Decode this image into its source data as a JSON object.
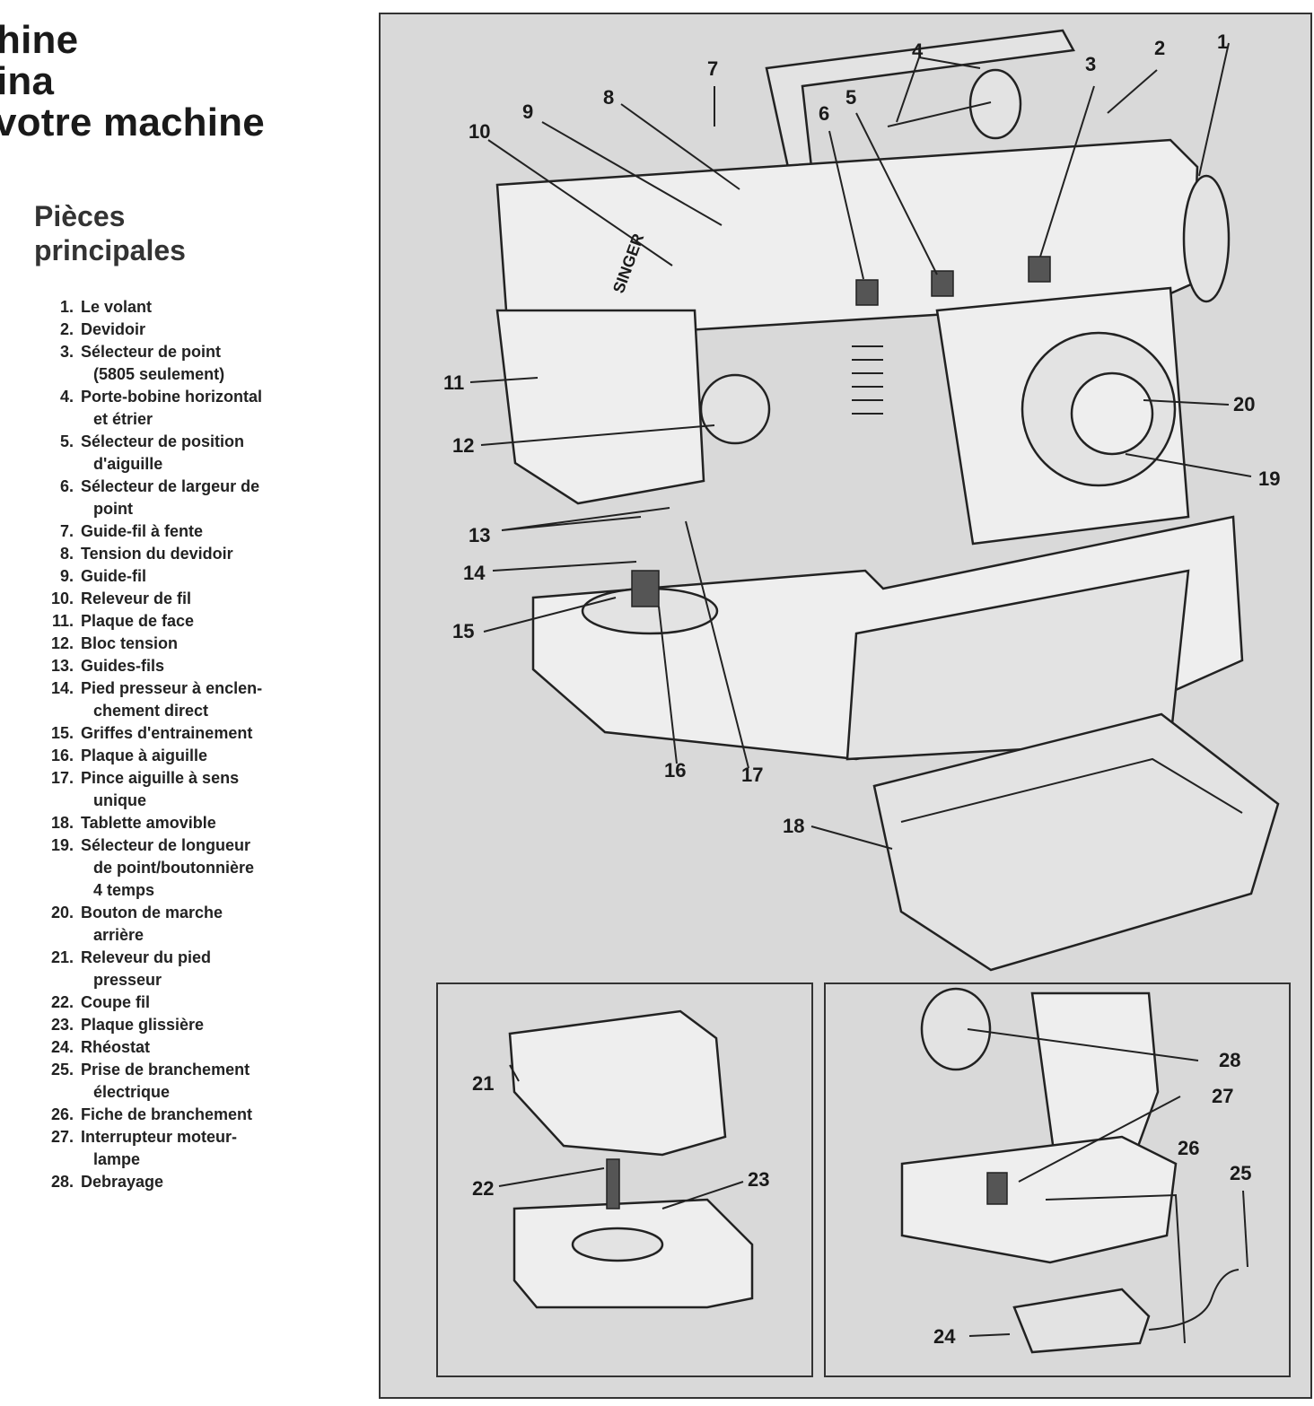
{
  "title_lines": [
    "hine",
    "ina",
    "votre machine"
  ],
  "subtitle_lines": [
    "Pièces",
    "principales"
  ],
  "parts": [
    {
      "num": "1.",
      "label": [
        "Le volant"
      ]
    },
    {
      "num": "2.",
      "label": [
        "Devidoir"
      ]
    },
    {
      "num": "3.",
      "label": [
        "Sélecteur de point",
        "(5805 seulement)"
      ]
    },
    {
      "num": "4.",
      "label": [
        "Porte-bobine horizontal",
        "et étrier"
      ]
    },
    {
      "num": "5.",
      "label": [
        "Sélecteur de position",
        "d'aiguille"
      ]
    },
    {
      "num": "6.",
      "label": [
        "Sélecteur de largeur de",
        "point"
      ]
    },
    {
      "num": "7.",
      "label": [
        "Guide-fil à fente"
      ]
    },
    {
      "num": "8.",
      "label": [
        "Tension du devidoir"
      ]
    },
    {
      "num": "9.",
      "label": [
        "Guide-fil"
      ]
    },
    {
      "num": "10.",
      "label": [
        "Releveur de fil"
      ]
    },
    {
      "num": "11.",
      "label": [
        "Plaque de face"
      ]
    },
    {
      "num": "12.",
      "label": [
        "Bloc tension"
      ]
    },
    {
      "num": "13.",
      "label": [
        "Guides-fils"
      ]
    },
    {
      "num": "14.",
      "label": [
        "Pied presseur à enclen-",
        "chement direct"
      ]
    },
    {
      "num": "15.",
      "label": [
        "Griffes d'entrainement"
      ]
    },
    {
      "num": "16.",
      "label": [
        "Plaque à aiguille"
      ]
    },
    {
      "num": "17.",
      "label": [
        "Pince aiguille à sens",
        "unique"
      ]
    },
    {
      "num": "18.",
      "label": [
        "Tablette amovible"
      ]
    },
    {
      "num": "19.",
      "label": [
        "Sélecteur de longueur",
        "de point/boutonnière",
        "4 temps"
      ]
    },
    {
      "num": "20.",
      "label": [
        "Bouton de marche",
        "arrière"
      ]
    },
    {
      "num": "21.",
      "label": [
        "Releveur du pied",
        "presseur"
      ]
    },
    {
      "num": "22.",
      "label": [
        "Coupe fil"
      ]
    },
    {
      "num": "23.",
      "label": [
        "Plaque glissière"
      ]
    },
    {
      "num": "24.",
      "label": [
        "Rhéostat"
      ]
    },
    {
      "num": "25.",
      "label": [
        "Prise de branchement",
        "électrique"
      ]
    },
    {
      "num": "26.",
      "label": [
        "Fiche de branchement"
      ]
    },
    {
      "num": "27.",
      "label": [
        "Interrupteur moteur-",
        "lampe"
      ]
    },
    {
      "num": "28.",
      "label": [
        "Debrayage"
      ]
    }
  ],
  "brand_text": "SINGER",
  "callouts": {
    "main": [
      "1",
      "2",
      "3",
      "4",
      "5",
      "6",
      "7",
      "8",
      "9",
      "10",
      "11",
      "12",
      "13",
      "14",
      "15",
      "16",
      "17",
      "18",
      "19",
      "20"
    ],
    "inset_left": [
      "21",
      "22",
      "23"
    ],
    "inset_right": [
      "24",
      "25",
      "26",
      "27",
      "28"
    ]
  },
  "colors": {
    "panel": "#d9d9d9",
    "ink": "#1a1a1a"
  }
}
